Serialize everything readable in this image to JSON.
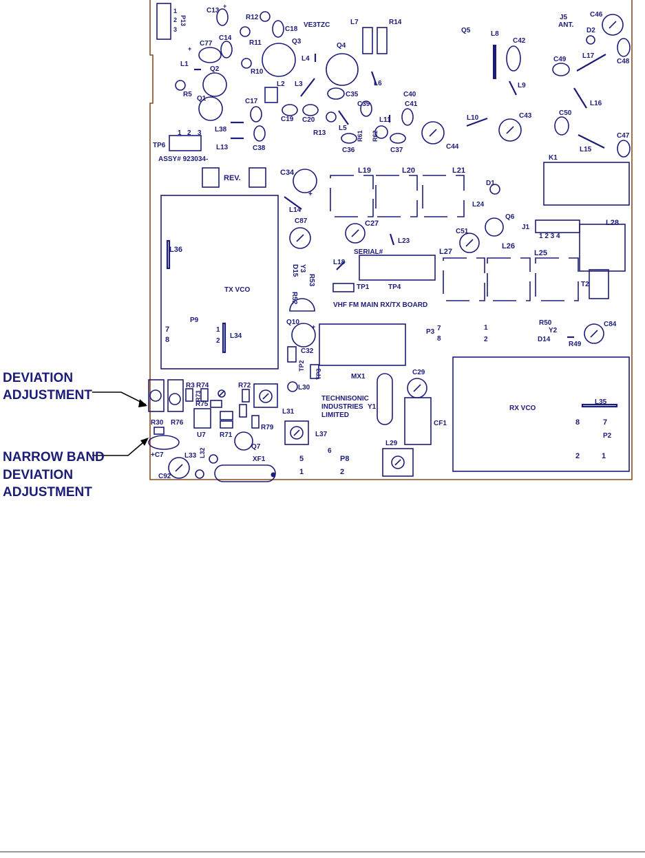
{
  "annotations": {
    "deviation": [
      "DEVIATION",
      "ADJUSTMENT"
    ],
    "narrow": [
      "NARROW  BAND",
      "DEVIATION",
      "ADJUSTMENT"
    ]
  },
  "board_text": {
    "title": "VHF  FM  MAIN  RX/TX  BOARD",
    "assy": "ASSY# 923034-",
    "rev": "REV.",
    "serial": "SERIAL#",
    "tx_vco": "TX  VCO",
    "rx_vco": "RX  VCO",
    "company": [
      "TECHNISONIC",
      "INDUSTRIES",
      "LIMITED"
    ],
    "callsign": "VE3TZC",
    "ant": "ANT."
  },
  "labels": [
    {
      "t": "1"
    },
    {
      "t": "2"
    },
    {
      "t": "3"
    },
    {
      "t": "P13"
    },
    {
      "t": "C13"
    },
    {
      "t": "+"
    },
    {
      "t": "R12"
    },
    {
      "t": "C18"
    },
    {
      "t": "R11"
    },
    {
      "t": "C14"
    },
    {
      "t": "C77"
    },
    {
      "t": "+"
    },
    {
      "t": "L1"
    },
    {
      "t": "Q2"
    },
    {
      "t": "R10"
    },
    {
      "t": "Q3"
    },
    {
      "t": "R5"
    },
    {
      "t": "Q1"
    },
    {
      "t": "L2"
    },
    {
      "t": "C17"
    },
    {
      "t": "L38"
    },
    {
      "t": "L13"
    },
    {
      "t": "C38"
    },
    {
      "t": "C19"
    },
    {
      "t": "C20"
    },
    {
      "t": "L3"
    },
    {
      "t": "L4"
    },
    {
      "t": "Q4"
    },
    {
      "t": "L7"
    },
    {
      "t": "R14"
    },
    {
      "t": "Q5"
    },
    {
      "t": "L8"
    },
    {
      "t": "C42"
    },
    {
      "t": "J5"
    },
    {
      "t": "C46"
    },
    {
      "t": "D2"
    },
    {
      "t": "C48"
    },
    {
      "t": "C49"
    },
    {
      "t": "L17"
    },
    {
      "t": "L6"
    },
    {
      "t": "C35"
    },
    {
      "t": "C39"
    },
    {
      "t": "C40"
    },
    {
      "t": "C41"
    },
    {
      "t": "L9"
    },
    {
      "t": "L16"
    },
    {
      "t": "R13"
    },
    {
      "t": "L5"
    },
    {
      "t": "L11"
    },
    {
      "t": "R61"
    },
    {
      "t": "R62"
    },
    {
      "t": "C36"
    },
    {
      "t": "C37"
    },
    {
      "t": "C44"
    },
    {
      "t": "L10"
    },
    {
      "t": "C43"
    },
    {
      "t": "C50"
    },
    {
      "t": "L15"
    },
    {
      "t": "C47"
    },
    {
      "t": "TP6"
    },
    {
      "t": "1"
    },
    {
      "t": "2"
    },
    {
      "t": "3"
    },
    {
      "t": "C34"
    },
    {
      "t": "+"
    },
    {
      "t": "L19"
    },
    {
      "t": "L20"
    },
    {
      "t": "L21"
    },
    {
      "t": "D1"
    },
    {
      "t": "K1"
    },
    {
      "t": "L24"
    },
    {
      "t": "L14"
    },
    {
      "t": "C87"
    },
    {
      "t": "C27"
    },
    {
      "t": "Q6"
    },
    {
      "t": "J1"
    },
    {
      "t": "1  2  3  4"
    },
    {
      "t": "L28"
    },
    {
      "t": "C51"
    },
    {
      "t": "L23"
    },
    {
      "t": "L36"
    },
    {
      "t": "L26"
    },
    {
      "t": "L27"
    },
    {
      "t": "L25"
    },
    {
      "t": "L18"
    },
    {
      "t": "TP1"
    },
    {
      "t": "TP4"
    },
    {
      "t": "D15"
    },
    {
      "t": "Y3"
    },
    {
      "t": "R53"
    },
    {
      "t": "T2"
    },
    {
      "t": "R52"
    },
    {
      "t": "Q10"
    },
    {
      "t": "+"
    },
    {
      "t": "P9"
    },
    {
      "t": "7"
    },
    {
      "t": "8"
    },
    {
      "t": "1"
    },
    {
      "t": "2"
    },
    {
      "t": "L34"
    },
    {
      "t": "P3"
    },
    {
      "t": "7"
    },
    {
      "t": "8"
    },
    {
      "t": "1"
    },
    {
      "t": "2"
    },
    {
      "t": "R50"
    },
    {
      "t": "Y2"
    },
    {
      "t": "D14"
    },
    {
      "t": "R49"
    },
    {
      "t": "C84"
    },
    {
      "t": "C32"
    },
    {
      "t": "TP2"
    },
    {
      "t": "TP3"
    },
    {
      "t": "MX1"
    },
    {
      "t": "C29"
    },
    {
      "t": "R3"
    },
    {
      "t": "R74"
    },
    {
      "t": "R73"
    },
    {
      "t": "R72"
    },
    {
      "t": "L30"
    },
    {
      "t": "R75"
    },
    {
      "t": "R76"
    },
    {
      "t": "R30"
    },
    {
      "t": "U7"
    },
    {
      "t": "R71"
    },
    {
      "t": "R79"
    },
    {
      "t": "L31"
    },
    {
      "t": "Y1"
    },
    {
      "t": "CF1"
    },
    {
      "t": "L35"
    },
    {
      "t": "8"
    },
    {
      "t": "7"
    },
    {
      "t": "P2"
    },
    {
      "t": "L37"
    },
    {
      "t": "Q7"
    },
    {
      "t": "L32"
    },
    {
      "t": "+C7"
    },
    {
      "t": "L33"
    },
    {
      "t": "XF1"
    },
    {
      "t": "C92"
    },
    {
      "t": "5"
    },
    {
      "t": "6"
    },
    {
      "t": "P8"
    },
    {
      "t": "1"
    },
    {
      "t": "2"
    },
    {
      "t": "L29"
    },
    {
      "t": "2"
    },
    {
      "t": "1"
    }
  ]
}
